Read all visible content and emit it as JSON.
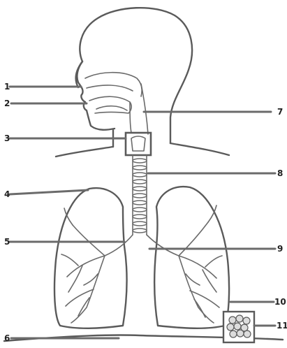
{
  "labels": {
    "l1": "1",
    "l2": "2",
    "l3": "3",
    "l4": "4",
    "l5": "5",
    "l6": "6",
    "l7": "7",
    "l8": "8",
    "l9": "9",
    "l10": "10",
    "l11": "11"
  }
}
